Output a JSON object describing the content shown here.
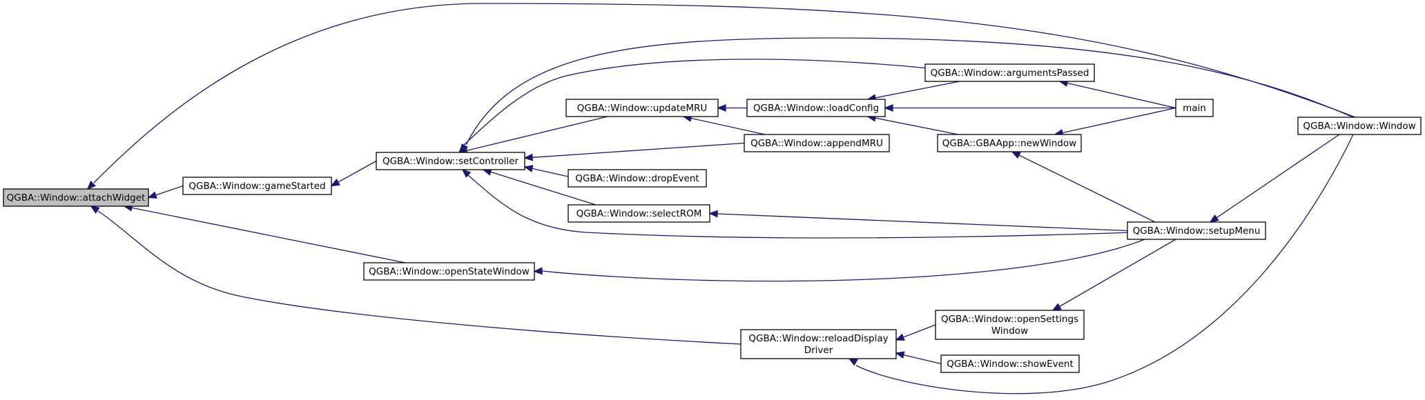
{
  "diagram": {
    "nodes": [
      {
        "id": "attach",
        "lines": [
          "QGBA::Window::attachWidget"
        ],
        "highlighted": true
      },
      {
        "id": "gameStarted",
        "lines": [
          "QGBA::Window::gameStarted"
        ]
      },
      {
        "id": "setController",
        "lines": [
          "QGBA::Window::setController"
        ]
      },
      {
        "id": "openStateWindow",
        "lines": [
          "QGBA::Window::openStateWindow"
        ]
      },
      {
        "id": "reloadDisplay",
        "lines": [
          "QGBA::Window::reloadDisplay",
          "Driver"
        ]
      },
      {
        "id": "updateMRU",
        "lines": [
          "QGBA::Window::updateMRU"
        ]
      },
      {
        "id": "appendMRU",
        "lines": [
          "QGBA::Window::appendMRU"
        ]
      },
      {
        "id": "dropEvent",
        "lines": [
          "QGBA::Window::dropEvent"
        ]
      },
      {
        "id": "selectROM",
        "lines": [
          "QGBA::Window::selectROM"
        ]
      },
      {
        "id": "loadConfig",
        "lines": [
          "QGBA::Window::loadConfig"
        ]
      },
      {
        "id": "argumentsPassed",
        "lines": [
          "QGBA::Window::argumentsPassed"
        ]
      },
      {
        "id": "newWindow",
        "lines": [
          "QGBA::GBAApp::newWindow"
        ]
      },
      {
        "id": "openSettings",
        "lines": [
          "QGBA::Window::openSettings",
          "Window"
        ]
      },
      {
        "id": "showEvent",
        "lines": [
          "QGBA::Window::showEvent"
        ]
      },
      {
        "id": "main",
        "lines": [
          "main"
        ]
      },
      {
        "id": "setupMenu",
        "lines": [
          "QGBA::Window::setupMenu"
        ]
      },
      {
        "id": "windowCtor",
        "lines": [
          "QGBA::Window::Window"
        ]
      }
    ],
    "edges": [
      {
        "from": "gameStarted",
        "to": "attach"
      },
      {
        "from": "openStateWindow",
        "to": "attach"
      },
      {
        "from": "reloadDisplay",
        "to": "attach"
      },
      {
        "from": "windowCtor",
        "to": "attach"
      },
      {
        "from": "setController",
        "to": "gameStarted"
      },
      {
        "from": "updateMRU",
        "to": "setController"
      },
      {
        "from": "appendMRU",
        "to": "setController"
      },
      {
        "from": "dropEvent",
        "to": "setController"
      },
      {
        "from": "selectROM",
        "to": "setController"
      },
      {
        "from": "argumentsPassed",
        "to": "setController"
      },
      {
        "from": "windowCtor",
        "to": "setController"
      },
      {
        "from": "setupMenu",
        "to": "setController"
      },
      {
        "from": "loadConfig",
        "to": "updateMRU"
      },
      {
        "from": "appendMRU",
        "to": "updateMRU"
      },
      {
        "from": "argumentsPassed",
        "to": "loadConfig"
      },
      {
        "from": "main",
        "to": "loadConfig"
      },
      {
        "from": "newWindow",
        "to": "loadConfig"
      },
      {
        "from": "main",
        "to": "argumentsPassed"
      },
      {
        "from": "main",
        "to": "newWindow"
      },
      {
        "from": "setupMenu",
        "to": "newWindow"
      },
      {
        "from": "setupMenu",
        "to": "selectROM"
      },
      {
        "from": "setupMenu",
        "to": "openStateWindow"
      },
      {
        "from": "setupMenu",
        "to": "openSettings"
      },
      {
        "from": "windowCtor",
        "to": "setupMenu"
      },
      {
        "from": "openSettings",
        "to": "reloadDisplay"
      },
      {
        "from": "showEvent",
        "to": "reloadDisplay"
      },
      {
        "from": "windowCtor",
        "to": "reloadDisplay"
      }
    ]
  }
}
